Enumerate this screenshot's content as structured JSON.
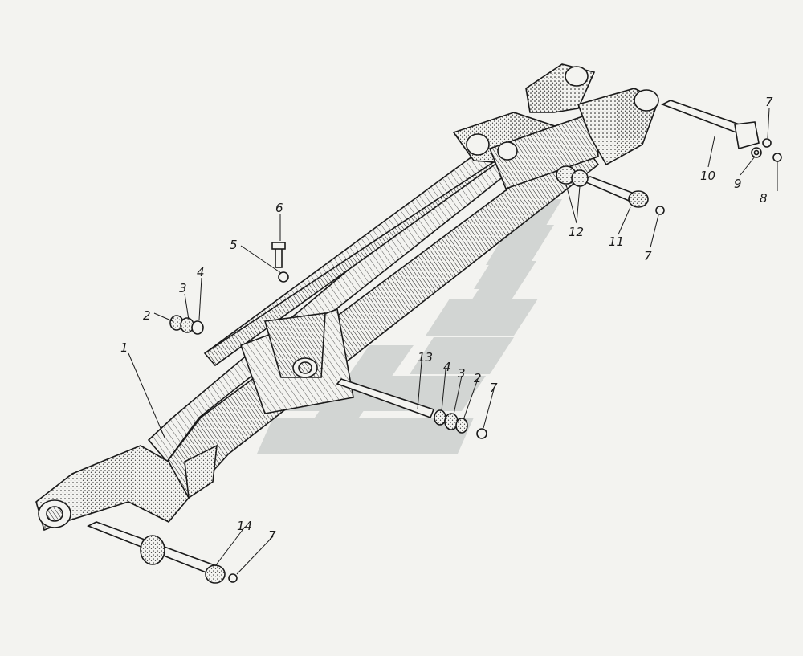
{
  "colors": {
    "paper": "#f3f3f0",
    "ink": "#1a1a1a",
    "watermark": "#cfd2d0"
  },
  "callouts": [
    {
      "id": "c1",
      "label": "1"
    },
    {
      "id": "c2a",
      "label": "2"
    },
    {
      "id": "c3a",
      "label": "3"
    },
    {
      "id": "c4a",
      "label": "4"
    },
    {
      "id": "c5",
      "label": "5"
    },
    {
      "id": "c6",
      "label": "6"
    },
    {
      "id": "c7a",
      "label": "7"
    },
    {
      "id": "c8",
      "label": "8"
    },
    {
      "id": "c9",
      "label": "9"
    },
    {
      "id": "c10",
      "label": "10"
    },
    {
      "id": "c11",
      "label": "11"
    },
    {
      "id": "c7b",
      "label": "7"
    },
    {
      "id": "c12",
      "label": "12"
    },
    {
      "id": "c13",
      "label": "13"
    },
    {
      "id": "c4b",
      "label": "4"
    },
    {
      "id": "c3b",
      "label": "3"
    },
    {
      "id": "c2b",
      "label": "2"
    },
    {
      "id": "c7c",
      "label": "7"
    },
    {
      "id": "c14",
      "label": "14"
    },
    {
      "id": "c7d",
      "label": "7"
    }
  ]
}
